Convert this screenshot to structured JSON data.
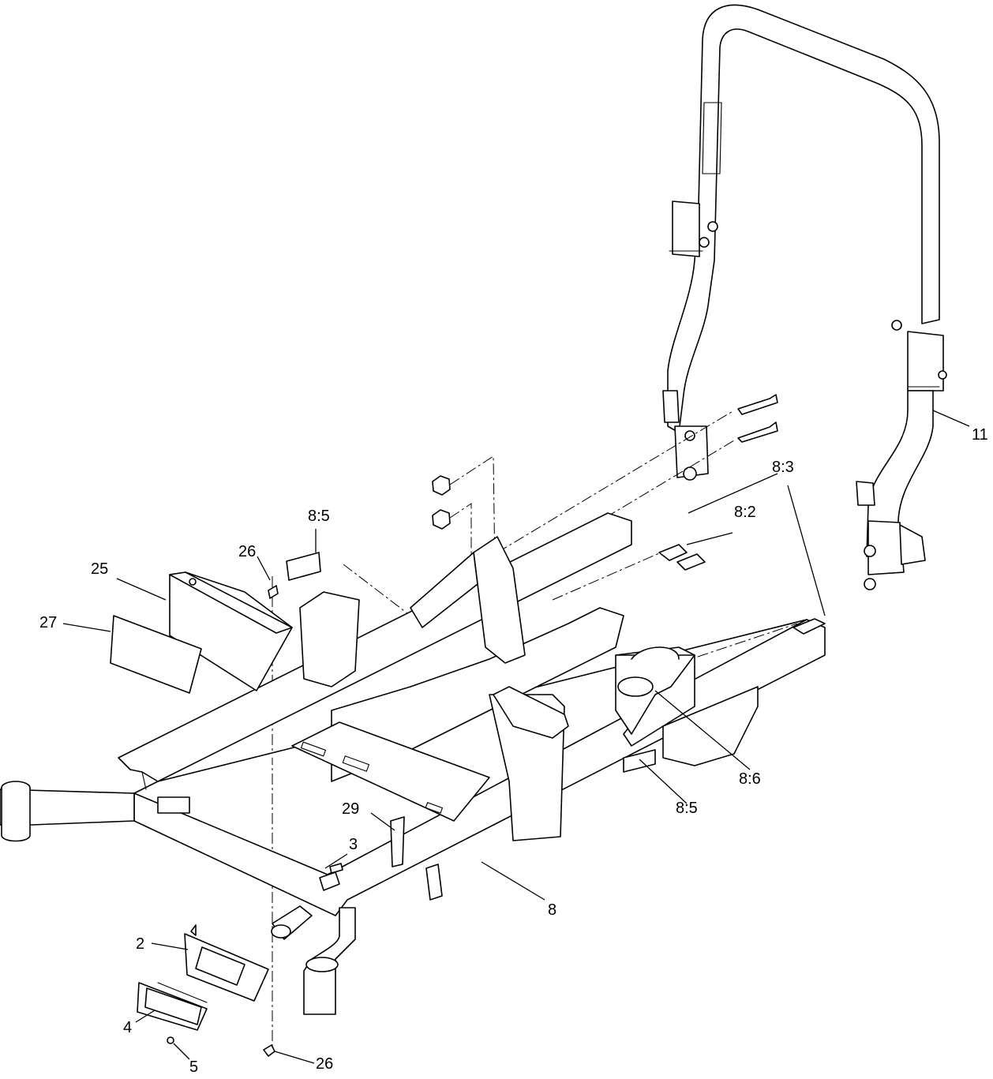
{
  "callouts": [
    {
      "id": "c-11",
      "text": "11"
    },
    {
      "id": "c-8-3",
      "text": "8:3"
    },
    {
      "id": "c-8-2",
      "text": "8:2"
    },
    {
      "id": "c-8-5-top",
      "text": "8:5"
    },
    {
      "id": "c-26-top",
      "text": "26"
    },
    {
      "id": "c-25",
      "text": "25"
    },
    {
      "id": "c-27",
      "text": "27"
    },
    {
      "id": "c-8-6",
      "text": "8:6"
    },
    {
      "id": "c-8-5-bottom",
      "text": "8:5"
    },
    {
      "id": "c-29",
      "text": "29"
    },
    {
      "id": "c-3",
      "text": "3"
    },
    {
      "id": "c-8",
      "text": "8"
    },
    {
      "id": "c-2",
      "text": "2"
    },
    {
      "id": "c-4",
      "text": "4"
    },
    {
      "id": "c-5",
      "text": "5"
    },
    {
      "id": "c-26-bottom",
      "text": "26"
    }
  ]
}
